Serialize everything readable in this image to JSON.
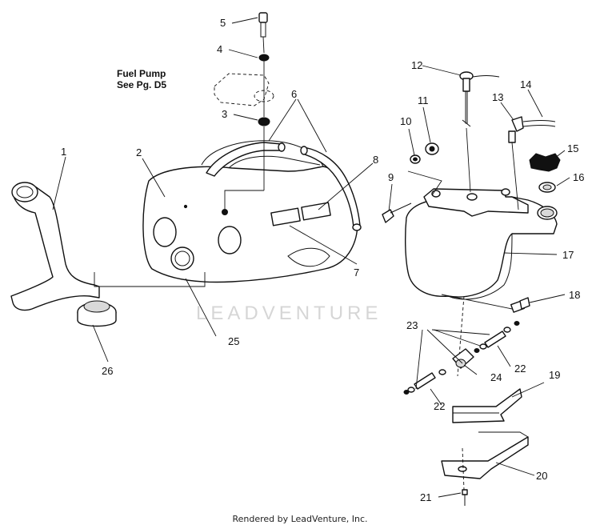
{
  "note": {
    "line1": "Fuel Pump",
    "line2": "See Pg. D5"
  },
  "callouts": [
    "1",
    "2",
    "3",
    "4",
    "5",
    "6",
    "7",
    "8",
    "9",
    "10",
    "11",
    "12",
    "13",
    "14",
    "15",
    "16",
    "17",
    "18",
    "19",
    "20",
    "21",
    "22",
    "22",
    "23",
    "24",
    "25",
    "26"
  ],
  "watermark": "LEADVENTURE",
  "footer": "Rendered by LeadVenture, Inc."
}
